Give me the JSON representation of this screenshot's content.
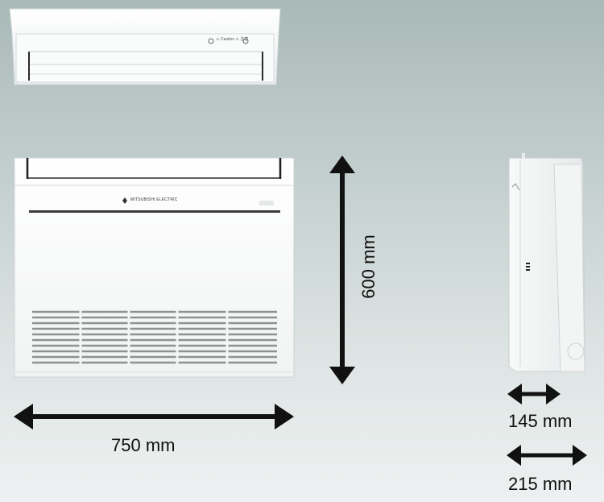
{
  "product": {
    "brand_text": "MITSUBISHI ELECTRIC",
    "top_view_caution_text": "⚠ Caution  ⚠ 注意"
  },
  "dimensions": {
    "width": "750 mm",
    "height": "600 mm",
    "depth_min": "145 mm",
    "depth_max": "215 mm"
  },
  "colors": {
    "background_top": "#a9b9b8",
    "background_bottom": "#eef1f1",
    "unit_white": "#f7f8f8",
    "arrow": "#111111"
  }
}
